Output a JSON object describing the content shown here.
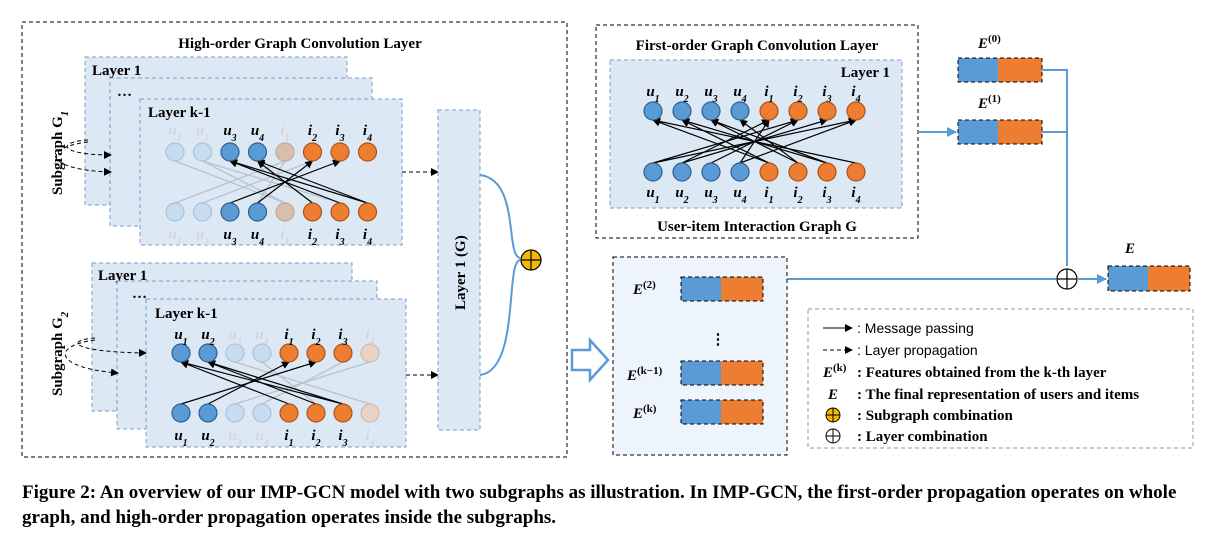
{
  "diagram": {
    "high_order_title": "High-order Graph Convolution Layer",
    "first_order_title": "First-order Graph Convolution Layer",
    "interaction_graph_label": "User-item Interaction Graph G",
    "layer_1": "Layer 1",
    "layer_k1": "Layer k-1",
    "ellipsis": "…",
    "subgraph1": "Subgraph G",
    "subgraph1_sub": "1",
    "subgraph2": "Subgraph G",
    "subgraph2_sub": "2",
    "layer1_g": "Layer 1 (G)",
    "nodes": {
      "users": [
        "u",
        "u",
        "u",
        "u"
      ],
      "users_sub": [
        "1",
        "2",
        "3",
        "4"
      ],
      "items": [
        "i",
        "i",
        "i",
        "i"
      ],
      "items_sub": [
        "1",
        "2",
        "3",
        "4"
      ]
    },
    "e0": "E",
    "e0_sup": "(0)",
    "e1": "E",
    "e1_sup": "(1)",
    "e2": "E",
    "e2_sup": "(2)",
    "ek1": "E",
    "ek1_sup": "(k−1)",
    "ek": "E",
    "ek_sup": "(k)",
    "e_final": "E",
    "vdots": "⋮",
    "colors": {
      "user": "#5b9bd5",
      "item": "#ed7d31",
      "panel": "#dde8f5",
      "panel_border": "#7a9cc6",
      "arrow_blue": "#5b9bd5",
      "combine": "#f5b800"
    },
    "legend": {
      "message_passing": ": Message passing",
      "layer_propagation": ": Layer propagation",
      "features_ek_symbol": "E",
      "features_ek_sup": "(k)",
      "features_ek": ": Features obtained from the k-th layer",
      "final_symbol": "E",
      "final": ": The final representation of users and items",
      "subgraph_combination": ": Subgraph combination",
      "layer_combination": ": Layer combination"
    }
  },
  "caption": "Figure 2: An overview of our IMP-GCN model with two subgraphs as illustration. In IMP-GCN, the first-order propagation operates on whole graph, and high-order propagation operates inside the subgraphs."
}
